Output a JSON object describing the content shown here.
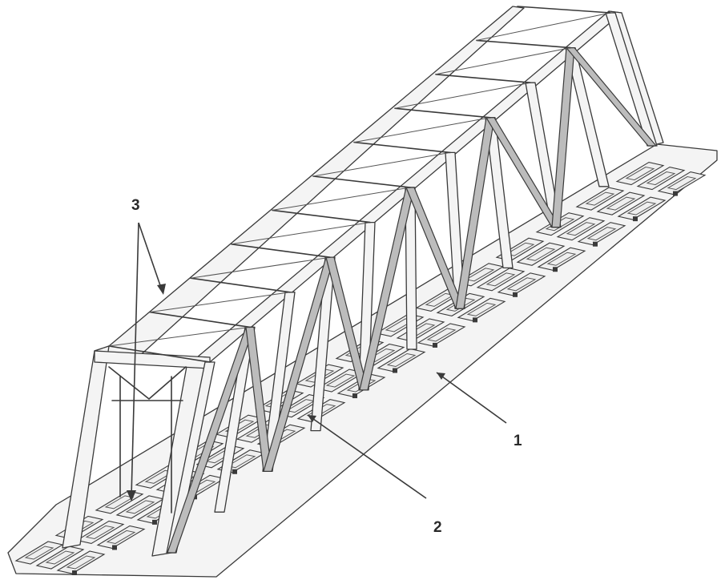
{
  "figure": {
    "callouts": [
      {
        "id": "1",
        "text": "1"
      },
      {
        "id": "2",
        "text": "2"
      },
      {
        "id": "3",
        "text": "3"
      }
    ],
    "colors": {
      "line": "#3a3a3a",
      "fill": "#f4f4f4",
      "shade": "#bcbcbc",
      "background": "#ffffff"
    }
  }
}
